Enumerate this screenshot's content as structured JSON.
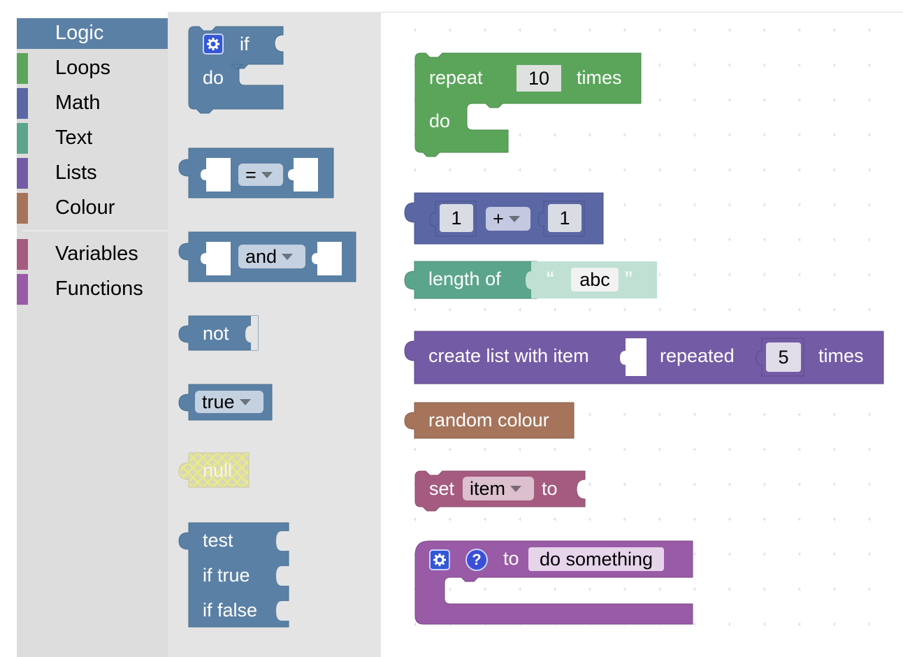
{
  "toolbox": {
    "categories": [
      {
        "label": "Logic",
        "color": "#5b80a5",
        "selected": true
      },
      {
        "label": "Loops",
        "color": "#5ba55b"
      },
      {
        "label": "Math",
        "color": "#5b67a5"
      },
      {
        "label": "Text",
        "color": "#5ba58c"
      },
      {
        "label": "Lists",
        "color": "#745ba5"
      },
      {
        "label": "Colour",
        "color": "#a5745b"
      },
      {
        "label": "Variables",
        "color": "#a55b80"
      },
      {
        "label": "Functions",
        "color": "#995ba5"
      }
    ]
  },
  "flyout": {
    "if_block": {
      "if": "if",
      "do": "do"
    },
    "compare_block": {
      "op": "="
    },
    "operation_block": {
      "op": "and"
    },
    "not_block": {
      "label": "not"
    },
    "boolean_block": {
      "value": "true"
    },
    "null_block": {
      "label": "null"
    },
    "ternary_block": {
      "test": "test",
      "if_true": "if true",
      "if_false": "if false"
    }
  },
  "workspace": {
    "repeat_block": {
      "repeat": "repeat",
      "count": "10",
      "times": "times",
      "do": "do"
    },
    "math_block": {
      "a": "1",
      "op": "+",
      "b": "1"
    },
    "length_block": {
      "label": "length of",
      "open_quote": "“",
      "text": "abc",
      "close_quote": "”"
    },
    "list_block": {
      "label": "create list with item",
      "repeated": "repeated",
      "count": "5",
      "times": "times"
    },
    "colour_block": {
      "label": "random colour"
    },
    "set_block": {
      "set": "set",
      "var": "item",
      "to": "to"
    },
    "procedure_block": {
      "help": "?",
      "to": "to",
      "name": "do something"
    }
  },
  "colors": {
    "logic": "#5b80a5",
    "loops": "#5ba55b",
    "math": "#5b67a5",
    "text": "#5ba58c",
    "lists": "#745ba5",
    "colour": "#a5745b",
    "variables": "#a55b80",
    "functions": "#995ba5"
  }
}
